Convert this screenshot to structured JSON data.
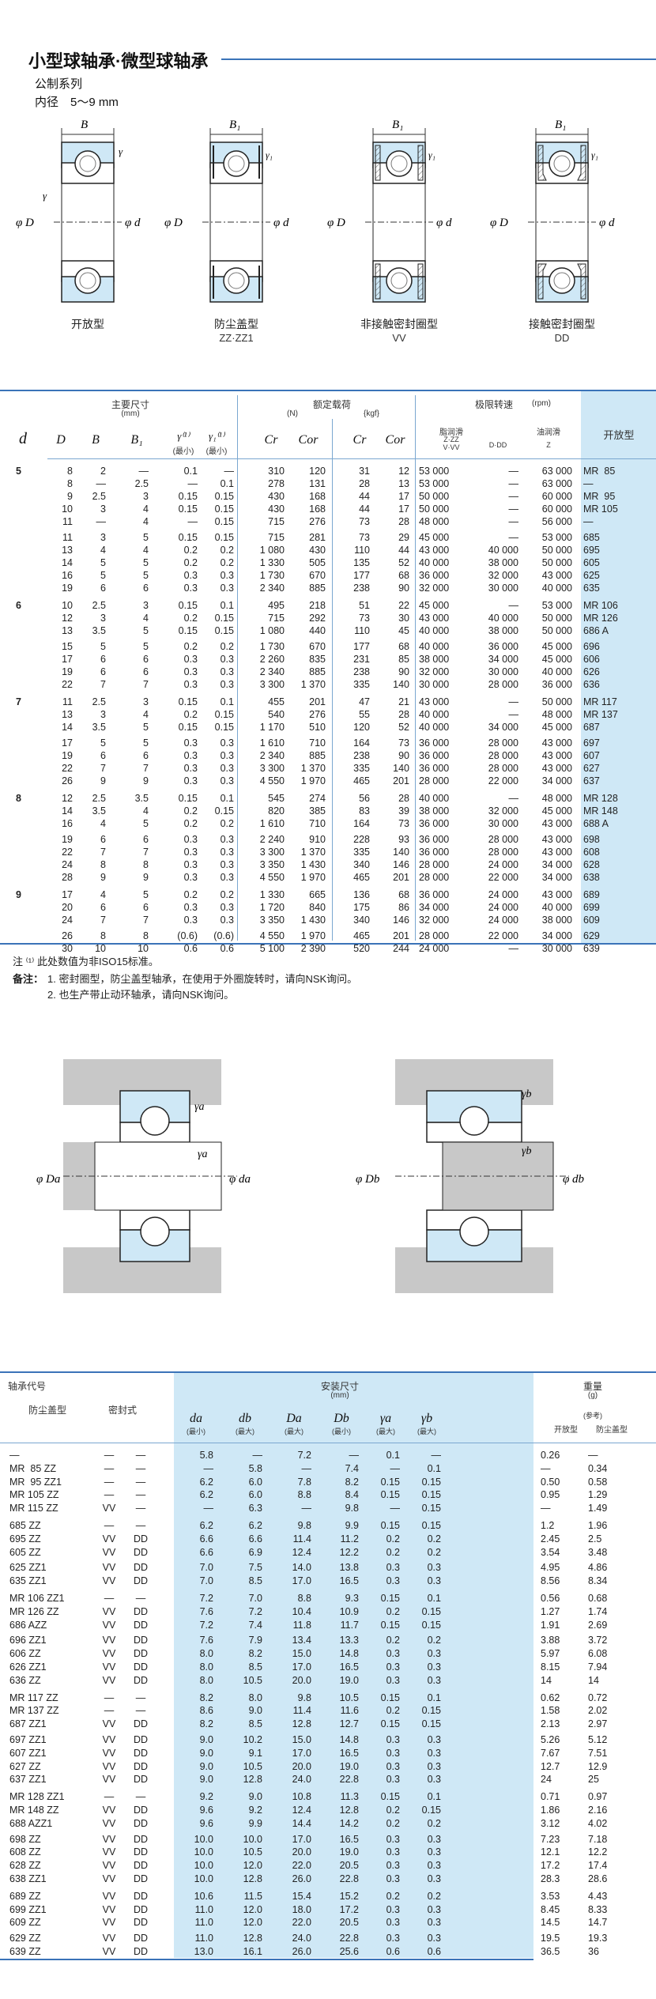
{
  "header": {
    "title": "小型球轴承·微型球轴承",
    "series": "公制系列",
    "bore_range": "内径　5～9 mm"
  },
  "diagrams": [
    {
      "name": "开放型",
      "code": ""
    },
    {
      "name": "防尘盖型",
      "code": "ZZ·ZZ1"
    },
    {
      "name": "非接触密封圈型",
      "code": "VV"
    },
    {
      "name": "接触密封圈型",
      "code": "DD"
    }
  ],
  "diagram_labels": {
    "B": "B",
    "B1": "B₁",
    "D": "φ D",
    "d": "φ d",
    "gamma": "γ",
    "gamma1": "γ₁"
  },
  "table1": {
    "group_dims": "主要尺寸",
    "group_dims_unit": "(mm)",
    "group_load": "额定载荷",
    "load_unit_n": "(N)",
    "load_unit_kgf": "{kgf}",
    "group_speed": "极限转速",
    "speed_unit": "(rpm)",
    "col_open": "开放型",
    "col_d": "d",
    "col_D": "D",
    "col_B": "B",
    "col_B1": "B₁",
    "col_r": "γ⁽¹⁾",
    "col_r_min": "(最小)",
    "col_r1": "γ₁⁽¹⁾",
    "col_r1_min": "(最小)",
    "col_cr": "Cr",
    "col_cor": "Cor",
    "col_cr2": "Cr",
    "col_cor2": "Cor",
    "col_grease": "脂润滑",
    "col_grease_sub": "Z·ZZ\nV·VV",
    "col_dd": "D·DD",
    "col_oil": "油润滑",
    "col_oil_sub": "Z"
  },
  "rows1": [
    [
      "5",
      "8",
      "2",
      "—",
      "0.1",
      "—",
      "310",
      "120",
      "31",
      "12",
      "53 000",
      "—",
      "63 000",
      "MR  85"
    ],
    [
      "",
      "8",
      "—",
      "2.5",
      "—",
      "0.1",
      "278",
      "131",
      "28",
      "13",
      "53 000",
      "—",
      "63 000",
      "—"
    ],
    [
      "",
      "9",
      "2.5",
      "3",
      "0.15",
      "0.15",
      "430",
      "168",
      "44",
      "17",
      "50 000",
      "—",
      "60 000",
      "MR  95"
    ],
    [
      "",
      "10",
      "3",
      "4",
      "0.15",
      "0.15",
      "430",
      "168",
      "44",
      "17",
      "50 000",
      "—",
      "60 000",
      "MR 105"
    ],
    [
      "",
      "11",
      "—",
      "4",
      "—",
      "0.15",
      "715",
      "276",
      "73",
      "28",
      "48 000",
      "—",
      "56 000",
      "—"
    ],
    [
      "",
      "11",
      "3",
      "5",
      "0.15",
      "0.15",
      "715",
      "281",
      "73",
      "29",
      "45 000",
      "—",
      "53 000",
      "685"
    ],
    [
      "",
      "13",
      "4",
      "4",
      "0.2",
      "0.2",
      "1 080",
      "430",
      "110",
      "44",
      "43 000",
      "40 000",
      "50 000",
      "695"
    ],
    [
      "",
      "14",
      "5",
      "5",
      "0.2",
      "0.2",
      "1 330",
      "505",
      "135",
      "52",
      "40 000",
      "38 000",
      "50 000",
      "605"
    ],
    [
      "",
      "16",
      "5",
      "5",
      "0.3",
      "0.3",
      "1 730",
      "670",
      "177",
      "68",
      "36 000",
      "32 000",
      "43 000",
      "625"
    ],
    [
      "",
      "19",
      "6",
      "6",
      "0.3",
      "0.3",
      "2 340",
      "885",
      "238",
      "90",
      "32 000",
      "30 000",
      "40 000",
      "635"
    ],
    [
      "6",
      "10",
      "2.5",
      "3",
      "0.15",
      "0.1",
      "495",
      "218",
      "51",
      "22",
      "45 000",
      "—",
      "53 000",
      "MR 106"
    ],
    [
      "",
      "12",
      "3",
      "4",
      "0.2",
      "0.15",
      "715",
      "292",
      "73",
      "30",
      "43 000",
      "40 000",
      "50 000",
      "MR 126"
    ],
    [
      "",
      "13",
      "3.5",
      "5",
      "0.15",
      "0.15",
      "1 080",
      "440",
      "110",
      "45",
      "40 000",
      "38 000",
      "50 000",
      "686 A"
    ],
    [
      "",
      "15",
      "5",
      "5",
      "0.2",
      "0.2",
      "1 730",
      "670",
      "177",
      "68",
      "40 000",
      "36 000",
      "45 000",
      "696"
    ],
    [
      "",
      "17",
      "6",
      "6",
      "0.3",
      "0.3",
      "2 260",
      "835",
      "231",
      "85",
      "38 000",
      "34 000",
      "45 000",
      "606"
    ],
    [
      "",
      "19",
      "6",
      "6",
      "0.3",
      "0.3",
      "2 340",
      "885",
      "238",
      "90",
      "32 000",
      "30 000",
      "40 000",
      "626"
    ],
    [
      "",
      "22",
      "7",
      "7",
      "0.3",
      "0.3",
      "3 300",
      "1 370",
      "335",
      "140",
      "30 000",
      "28 000",
      "36 000",
      "636"
    ],
    [
      "7",
      "11",
      "2.5",
      "3",
      "0.15",
      "0.1",
      "455",
      "201",
      "47",
      "21",
      "43 000",
      "—",
      "50 000",
      "MR 117"
    ],
    [
      "",
      "13",
      "3",
      "4",
      "0.2",
      "0.15",
      "540",
      "276",
      "55",
      "28",
      "40 000",
      "—",
      "48 000",
      "MR 137"
    ],
    [
      "",
      "14",
      "3.5",
      "5",
      "0.15",
      "0.15",
      "1 170",
      "510",
      "120",
      "52",
      "40 000",
      "34 000",
      "45 000",
      "687"
    ],
    [
      "",
      "17",
      "5",
      "5",
      "0.3",
      "0.3",
      "1 610",
      "710",
      "164",
      "73",
      "36 000",
      "28 000",
      "43 000",
      "697"
    ],
    [
      "",
      "19",
      "6",
      "6",
      "0.3",
      "0.3",
      "2 340",
      "885",
      "238",
      "90",
      "36 000",
      "28 000",
      "43 000",
      "607"
    ],
    [
      "",
      "22",
      "7",
      "7",
      "0.3",
      "0.3",
      "3 300",
      "1 370",
      "335",
      "140",
      "36 000",
      "28 000",
      "43 000",
      "627"
    ],
    [
      "",
      "26",
      "9",
      "9",
      "0.3",
      "0.3",
      "4 550",
      "1 970",
      "465",
      "201",
      "28 000",
      "22 000",
      "34 000",
      "637"
    ],
    [
      "8",
      "12",
      "2.5",
      "3.5",
      "0.15",
      "0.1",
      "545",
      "274",
      "56",
      "28",
      "40 000",
      "—",
      "48 000",
      "MR 128"
    ],
    [
      "",
      "14",
      "3.5",
      "4",
      "0.2",
      "0.15",
      "820",
      "385",
      "83",
      "39",
      "38 000",
      "32 000",
      "45 000",
      "MR 148"
    ],
    [
      "",
      "16",
      "4",
      "5",
      "0.2",
      "0.2",
      "1 610",
      "710",
      "164",
      "73",
      "36 000",
      "30 000",
      "43 000",
      "688 A"
    ],
    [
      "",
      "19",
      "6",
      "6",
      "0.3",
      "0.3",
      "2 240",
      "910",
      "228",
      "93",
      "36 000",
      "28 000",
      "43 000",
      "698"
    ],
    [
      "",
      "22",
      "7",
      "7",
      "0.3",
      "0.3",
      "3 300",
      "1 370",
      "335",
      "140",
      "36 000",
      "28 000",
      "43 000",
      "608"
    ],
    [
      "",
      "24",
      "8",
      "8",
      "0.3",
      "0.3",
      "3 350",
      "1 430",
      "340",
      "146",
      "28 000",
      "24 000",
      "34 000",
      "628"
    ],
    [
      "",
      "28",
      "9",
      "9",
      "0.3",
      "0.3",
      "4 550",
      "1 970",
      "465",
      "201",
      "28 000",
      "22 000",
      "34 000",
      "638"
    ],
    [
      "9",
      "17",
      "4",
      "5",
      "0.2",
      "0.2",
      "1 330",
      "665",
      "136",
      "68",
      "36 000",
      "24 000",
      "43 000",
      "689"
    ],
    [
      "",
      "20",
      "6",
      "6",
      "0.3",
      "0.3",
      "1 720",
      "840",
      "175",
      "86",
      "34 000",
      "24 000",
      "40 000",
      "699"
    ],
    [
      "",
      "24",
      "7",
      "7",
      "0.3",
      "0.3",
      "3 350",
      "1 430",
      "340",
      "146",
      "32 000",
      "24 000",
      "38 000",
      "609"
    ],
    [
      "",
      "26",
      "8",
      "8",
      "(0.6)",
      "(0.6)",
      "4 550",
      "1 970",
      "465",
      "201",
      "28 000",
      "22 000",
      "34 000",
      "629"
    ],
    [
      "",
      "30",
      "10",
      "10",
      "0.6",
      "0.6",
      "5 100",
      "2 390",
      "520",
      "244",
      "24 000",
      "—",
      "30 000",
      "639"
    ]
  ],
  "notes": {
    "note1": "注 ⁽¹⁾  此处数值为非ISO15标准。",
    "label": "备注：",
    "remark1": "1. 密封圈型，防尘盖型轴承，在使用于外圈旋转时，请向NSK询问。",
    "remark2": "2. 也生产带止动环轴承，请向NSK询问。"
  },
  "mount_labels": {
    "ra": "γa",
    "Da": "φ Da",
    "da": "φ da",
    "rb": "γb",
    "Db": "φ Db",
    "db": "φ db"
  },
  "table2": {
    "group_code": "轴承代号",
    "col_shield": "防尘盖型",
    "col_seal": "密封式",
    "group_mount": "安装尺寸",
    "mount_unit": "(mm)",
    "col_da": "da",
    "col_da_sub": "(最小)",
    "col_db": "db",
    "col_db_sub": "(最大)",
    "col_Da": "Da",
    "col_Da_sub": "(最大)",
    "col_Db": "Db",
    "col_Db_sub": "(最小)",
    "col_ra": "γa",
    "col_ra_sub": "(最大)",
    "col_rb": "γb",
    "col_rb_sub": "(最大)",
    "group_weight": "重量",
    "weight_unit": "(g)",
    "weight_ref": "(参考)",
    "col_w_open": "开放型",
    "col_w_shield": "防尘盖型"
  },
  "rows2": [
    [
      "—",
      "—",
      "—",
      "5.8",
      "—",
      "7.2",
      "—",
      "0.1",
      "—",
      "0.26",
      "—"
    ],
    [
      "MR  85 ZZ",
      "—",
      "—",
      "—",
      "5.8",
      "—",
      "7.4",
      "—",
      "0.1",
      "—",
      "0.34"
    ],
    [
      "MR  95 ZZ1",
      "—",
      "—",
      "6.2",
      "6.0",
      "7.8",
      "8.2",
      "0.15",
      "0.15",
      "0.50",
      "0.58"
    ],
    [
      "MR 105 ZZ",
      "—",
      "—",
      "6.2",
      "6.0",
      "8.8",
      "8.4",
      "0.15",
      "0.15",
      "0.95",
      "1.29"
    ],
    [
      "MR 115 ZZ",
      "VV",
      "—",
      "—",
      "6.3",
      "—",
      "9.8",
      "—",
      "0.15",
      "—",
      "1.49"
    ],
    [
      "685 ZZ",
      "—",
      "—",
      "6.2",
      "6.2",
      "9.8",
      "9.9",
      "0.15",
      "0.15",
      "1.2",
      "1.96"
    ],
    [
      "695 ZZ",
      "VV",
      "DD",
      "6.6",
      "6.6",
      "11.4",
      "11.2",
      "0.2",
      "0.2",
      "2.45",
      "2.5"
    ],
    [
      "605 ZZ",
      "VV",
      "DD",
      "6.6",
      "6.9",
      "12.4",
      "12.2",
      "0.2",
      "0.2",
      "3.54",
      "3.48"
    ],
    [
      "625 ZZ1",
      "VV",
      "DD",
      "7.0",
      "7.5",
      "14.0",
      "13.8",
      "0.3",
      "0.3",
      "4.95",
      "4.86"
    ],
    [
      "635 ZZ1",
      "VV",
      "DD",
      "7.0",
      "8.5",
      "17.0",
      "16.5",
      "0.3",
      "0.3",
      "8.56",
      "8.34"
    ],
    [
      "MR 106 ZZ1",
      "—",
      "—",
      "7.2",
      "7.0",
      "8.8",
      "9.3",
      "0.15",
      "0.1",
      "0.56",
      "0.68"
    ],
    [
      "MR 126 ZZ",
      "VV",
      "DD",
      "7.6",
      "7.2",
      "10.4",
      "10.9",
      "0.2",
      "0.15",
      "1.27",
      "1.74"
    ],
    [
      "686 AZZ",
      "VV",
      "DD",
      "7.2",
      "7.4",
      "11.8",
      "11.7",
      "0.15",
      "0.15",
      "1.91",
      "2.69"
    ],
    [
      "696 ZZ1",
      "VV",
      "DD",
      "7.6",
      "7.9",
      "13.4",
      "13.3",
      "0.2",
      "0.2",
      "3.88",
      "3.72"
    ],
    [
      "606 ZZ",
      "VV",
      "DD",
      "8.0",
      "8.2",
      "15.0",
      "14.8",
      "0.3",
      "0.3",
      "5.97",
      "6.08"
    ],
    [
      "626 ZZ1",
      "VV",
      "DD",
      "8.0",
      "8.5",
      "17.0",
      "16.5",
      "0.3",
      "0.3",
      "8.15",
      "7.94"
    ],
    [
      "636 ZZ",
      "VV",
      "DD",
      "8.0",
      "10.5",
      "20.0",
      "19.0",
      "0.3",
      "0.3",
      "14",
      "14"
    ],
    [
      "MR 117 ZZ",
      "—",
      "—",
      "8.2",
      "8.0",
      "9.8",
      "10.5",
      "0.15",
      "0.1",
      "0.62",
      "0.72"
    ],
    [
      "MR 137 ZZ",
      "—",
      "—",
      "8.6",
      "9.0",
      "11.4",
      "11.6",
      "0.2",
      "0.15",
      "1.58",
      "2.02"
    ],
    [
      "687 ZZ1",
      "VV",
      "DD",
      "8.2",
      "8.5",
      "12.8",
      "12.7",
      "0.15",
      "0.15",
      "2.13",
      "2.97"
    ],
    [
      "697 ZZ1",
      "VV",
      "DD",
      "9.0",
      "10.2",
      "15.0",
      "14.8",
      "0.3",
      "0.3",
      "5.26",
      "5.12"
    ],
    [
      "607 ZZ1",
      "VV",
      "DD",
      "9.0",
      "9.1",
      "17.0",
      "16.5",
      "0.3",
      "0.3",
      "7.67",
      "7.51"
    ],
    [
      "627 ZZ",
      "VV",
      "DD",
      "9.0",
      "10.5",
      "20.0",
      "19.0",
      "0.3",
      "0.3",
      "12.7",
      "12.9"
    ],
    [
      "637 ZZ1",
      "VV",
      "DD",
      "9.0",
      "12.8",
      "24.0",
      "22.8",
      "0.3",
      "0.3",
      "24",
      "25"
    ],
    [
      "MR 128 ZZ1",
      "—",
      "—",
      "9.2",
      "9.0",
      "10.8",
      "11.3",
      "0.15",
      "0.1",
      "0.71",
      "0.97"
    ],
    [
      "MR 148 ZZ",
      "VV",
      "DD",
      "9.6",
      "9.2",
      "12.4",
      "12.8",
      "0.2",
      "0.15",
      "1.86",
      "2.16"
    ],
    [
      "688 AZZ1",
      "VV",
      "DD",
      "9.6",
      "9.9",
      "14.4",
      "14.2",
      "0.2",
      "0.2",
      "3.12",
      "4.02"
    ],
    [
      "698 ZZ",
      "VV",
      "DD",
      "10.0",
      "10.0",
      "17.0",
      "16.5",
      "0.3",
      "0.3",
      "7.23",
      "7.18"
    ],
    [
      "608 ZZ",
      "VV",
      "DD",
      "10.0",
      "10.5",
      "20.0",
      "19.0",
      "0.3",
      "0.3",
      "12.1",
      "12.2"
    ],
    [
      "628 ZZ",
      "VV",
      "DD",
      "10.0",
      "12.0",
      "22.0",
      "20.5",
      "0.3",
      "0.3",
      "17.2",
      "17.4"
    ],
    [
      "638 ZZ1",
      "VV",
      "DD",
      "10.0",
      "12.8",
      "26.0",
      "22.8",
      "0.3",
      "0.3",
      "28.3",
      "28.6"
    ],
    [
      "689 ZZ",
      "VV",
      "DD",
      "10.6",
      "11.5",
      "15.4",
      "15.2",
      "0.2",
      "0.2",
      "3.53",
      "4.43"
    ],
    [
      "699 ZZ1",
      "VV",
      "DD",
      "11.0",
      "12.0",
      "18.0",
      "17.2",
      "0.3",
      "0.3",
      "8.45",
      "8.33"
    ],
    [
      "609 ZZ",
      "VV",
      "DD",
      "11.0",
      "12.0",
      "22.0",
      "20.5",
      "0.3",
      "0.3",
      "14.5",
      "14.7"
    ],
    [
      "629 ZZ",
      "VV",
      "DD",
      "11.0",
      "12.8",
      "24.0",
      "22.8",
      "0.3",
      "0.3",
      "19.5",
      "19.3"
    ],
    [
      "639 ZZ",
      "VV",
      "DD",
      "13.0",
      "16.1",
      "26.0",
      "25.6",
      "0.6",
      "0.6",
      "36.5",
      "36"
    ]
  ]
}
